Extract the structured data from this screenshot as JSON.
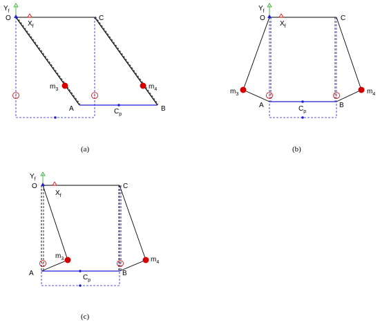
{
  "colors": {
    "link": "#000000",
    "coupler": "#1f1fd6",
    "dashed_ground": "#1f1fd6",
    "mass": "#d40000",
    "marker_circle": "#d40000",
    "x_axis": "#e00000",
    "y_axis": "#22aa22",
    "origin_marker": "#1f1fd6"
  },
  "panels": [
    {
      "caption": "(a)",
      "labels": {
        "y_axis": "Y",
        "y_sub": "f",
        "origin": "O",
        "x_axis": "X",
        "x_sub": "f",
        "point_c": "C",
        "point_a": "A",
        "point_b": "B",
        "mass_3": "m",
        "mass_3_sub": "3",
        "mass_4": "m",
        "mass_4_sub": "4",
        "coupler": "C",
        "coupler_sub": "p"
      }
    },
    {
      "caption": "(b)",
      "labels": {
        "y_axis": "Y",
        "y_sub": "f",
        "origin": "O",
        "x_axis": "X",
        "x_sub": "f",
        "point_c": "C",
        "point_a": "A",
        "point_b": "B",
        "mass_3": "m",
        "mass_3_sub": "3",
        "mass_4": "m",
        "mass_4_sub": "4",
        "coupler": "C",
        "coupler_sub": "p"
      }
    },
    {
      "caption": "(c)",
      "labels": {
        "y_axis": "Y",
        "y_sub": "f",
        "origin": "O",
        "x_axis": "X",
        "x_sub": "f",
        "point_c": "C",
        "point_a": "A",
        "point_b": "B",
        "mass_3": "m",
        "mass_3_sub": "3",
        "mass_4": "m",
        "mass_4_sub": "4",
        "coupler": "C",
        "coupler_sub": "p"
      }
    }
  ]
}
